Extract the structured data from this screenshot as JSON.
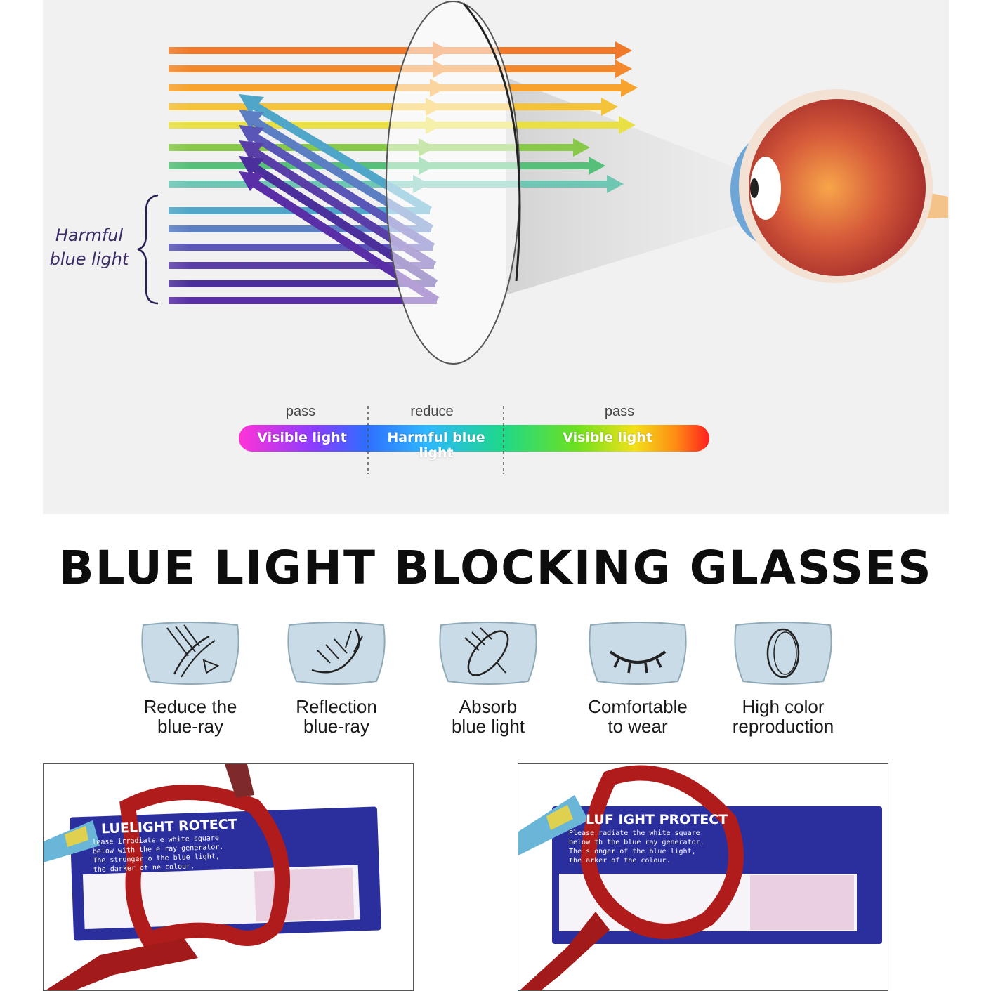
{
  "diagram": {
    "harmful_label": "Harmful\nblue light",
    "spectrum": {
      "top_labels": [
        "pass",
        "reduce",
        "pass"
      ],
      "bar_labels": [
        "Visible light",
        "Harmful blue light",
        "Visible light"
      ]
    }
  },
  "heading": "BLUE LIGHT BLOCKING GLASSES",
  "features": [
    {
      "icon": "deflect-lens-icon",
      "caption": "Reduce the\nblue-ray"
    },
    {
      "icon": "reflection-lens-icon",
      "caption": "Reflection\nblue-ray"
    },
    {
      "icon": "absorb-lens-icon",
      "caption": "Absorb\nblue light"
    },
    {
      "icon": "closed-eye-icon",
      "caption": "Comfortable\nto wear"
    },
    {
      "icon": "lens-oval-icon",
      "caption": "High color\nreproduction"
    }
  ],
  "photos": [
    {
      "card_title": "LUELIGHT  ROTECT",
      "card_body": "lease irradiate    e white square\nbelow with the    e ray generator.\nThe stronger o   the blue light,\nthe darker of    ne colour."
    },
    {
      "card_title": "LUF IGHT PROTECT",
      "card_body": "Please    radiate the white square\nbelow    th the blue ray generator.\nThe s    onger of the blue light,\nthe     arker of the colour."
    }
  ],
  "colors": {
    "panel_bg": "#f1f1f1",
    "harmful_purple": "#5a2ea6",
    "card_blue": "#2b2f9e",
    "frame_red": "#b01c1c"
  }
}
